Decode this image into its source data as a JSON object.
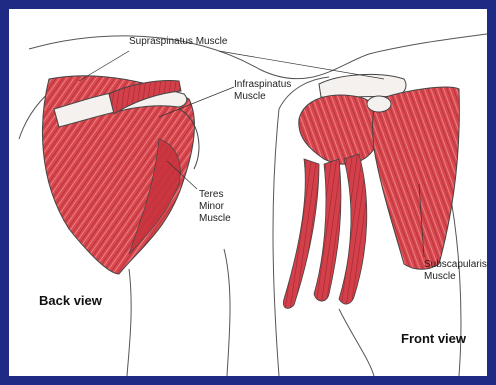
{
  "labels": {
    "supraspinatus": "Supraspinatus Muscle",
    "infraspinatus_line1": "Infraspinatus",
    "infraspinatus_line2": "Muscle",
    "teres_line1": "Teres",
    "teres_line2": "Minor",
    "teres_line3": "Muscle",
    "subscapularis_line1": "Subscapularis",
    "subscapularis_line2": "Muscle",
    "back_view": "Back view",
    "front_view": "Front view"
  },
  "colors": {
    "frame": "#1f2a85",
    "muscle": "#d9474e",
    "muscle_light": "#ee8a8c",
    "outline": "#444444"
  }
}
